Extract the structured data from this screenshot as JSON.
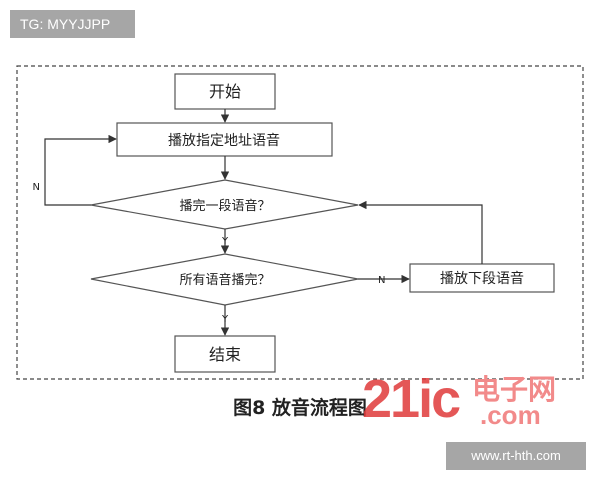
{
  "watermark_top": "TG: MYYJJPP",
  "watermark_bottom": "www.rt-hth.com",
  "logo": {
    "main": "21ic",
    "cn": "电子网",
    "com": ".com"
  },
  "caption": "图8  放音流程图",
  "nodes": {
    "start": "开始",
    "play_addr": "播放指定地址语音",
    "check_segment": "播完一段语音？",
    "check_all": "所有语音播完？",
    "play_next": "播放下段语音",
    "end": "结束"
  },
  "edge_labels": {
    "n_left": "N",
    "y_first": "Y",
    "n_right": "N",
    "y_second": "Y"
  }
}
